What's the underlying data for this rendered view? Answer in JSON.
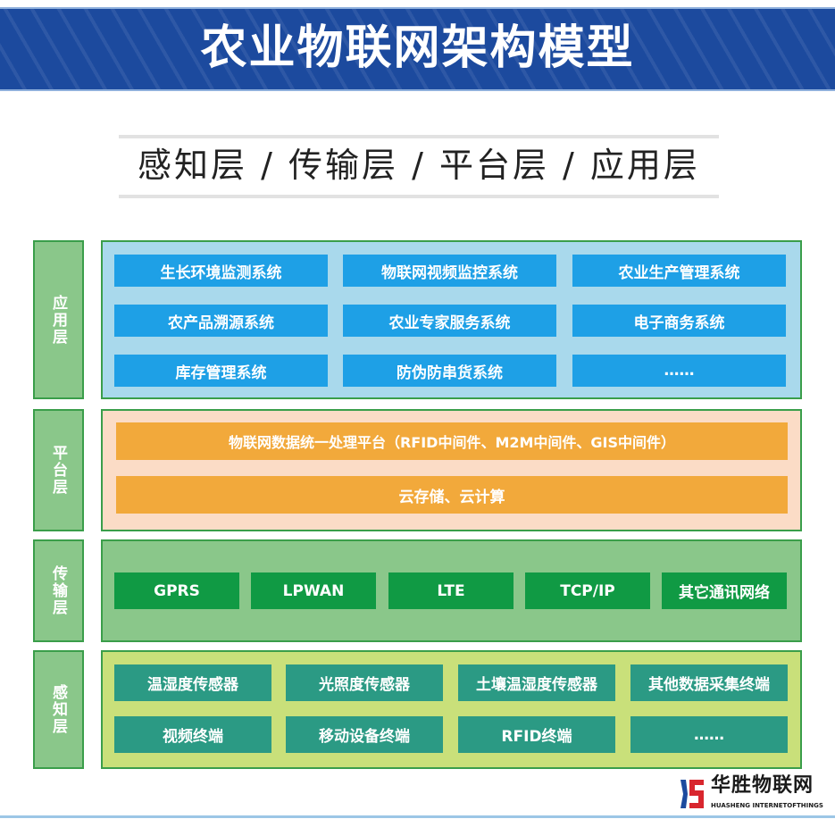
{
  "title": "农业物联网架构模型",
  "subtitle": "感知层 / 传输层 / 平台层 / 应用层",
  "layers": {
    "application": {
      "label": "应用层",
      "items": [
        "生长环境监测系统",
        "物联网视频监控系统",
        "农业生产管理系统",
        "农产品溯源系统",
        "农业专家服务系统",
        "电子商务系统",
        "库存管理系统",
        "防伪防串货系统",
        "……"
      ]
    },
    "platform": {
      "label": "平台层",
      "items": [
        "物联网数据统一处理平台（RFID中间件、M2M中间件、GIS中间件）",
        "云存储、云计算"
      ]
    },
    "transport": {
      "label": "传输层",
      "items": [
        "GPRS",
        "LPWAN",
        "LTE",
        "TCP/IP",
        "其它通讯网络"
      ]
    },
    "perception": {
      "label": "感知层",
      "items": [
        "温湿度传感器",
        "光照度传感器",
        "土壤温湿度传感器",
        "其他数据采集终端",
        "视频终端",
        "移动设备终端",
        "RFID终端",
        "……"
      ]
    }
  },
  "logo": {
    "name": "华胜物联网",
    "tagline": "HUASHENG INTERNETOFTHINGS"
  },
  "colors": {
    "header": "#1c4a9e",
    "app_button": "#1ea0e6",
    "platform_bar": "#f2a93b",
    "transport_button": "#109a44",
    "perception_button": "#2b9a84"
  }
}
